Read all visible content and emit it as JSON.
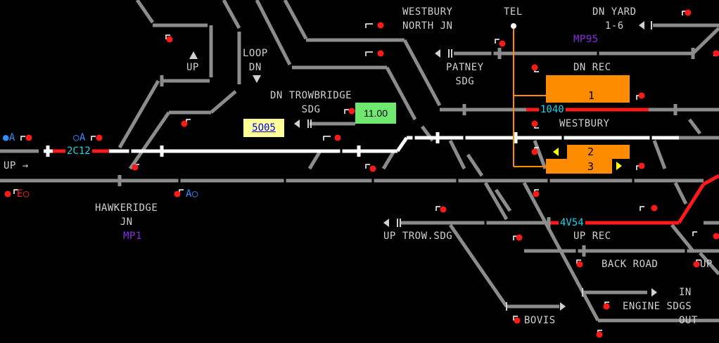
{
  "labels": {
    "westbury_north_jn": "WESTBURY\nNORTH JN",
    "tel": "TEL",
    "dn_yard": "DN YARD\n1-6",
    "mp95": "MP95",
    "loop_dn": "LOOP\nDN",
    "up_arrow": "UP",
    "dn_trowbridge_sdg": "DN TROWBRIDGE\nSDG",
    "patney_sdg": "PATNEY\nSDG",
    "dn_rec": "DN REC",
    "westbury": "WESTBURY",
    "up_line": "UP →",
    "hawkeridge_jn": "HAWKERIDGE\nJN",
    "mp1": "MP1",
    "up_trow_sdg": "UP TROW.SDG",
    "up_rec": "UP REC",
    "back_road": "BACK ROAD",
    "up_right": "UP",
    "engine_sdgs": "ENGINE SDGS",
    "in": "IN",
    "out": "OUT",
    "bovis": "BOVIS",
    "a_left": "●A",
    "a_mid": "○A",
    "e_marker": "E○",
    "a_marker": "A○"
  },
  "berths": {
    "c2c12": "2C12",
    "c1040": "1040",
    "c4v54": "4V54",
    "c5o05": "5O05",
    "time_tag": "11.00"
  },
  "platforms": {
    "p1": "1",
    "p2": "2",
    "p3": "3"
  },
  "colors": {
    "track": "#8c8c8c",
    "route_set": "#ffffff",
    "occupied": "#ff1a1a",
    "platform": "#ff8c00",
    "tel_line": "#ff8c00",
    "signal": "#ff1a1a",
    "headcode": "#19d5e8"
  }
}
